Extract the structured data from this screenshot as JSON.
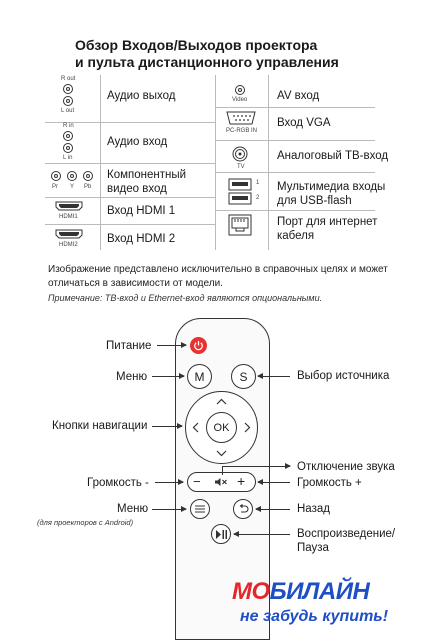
{
  "title": {
    "line1": "Обзор Входов/Выходов проектора",
    "line2": "и пульта дистанционного управления"
  },
  "ports_left": [
    {
      "label": "Аудио выход",
      "icons": [
        "R out",
        "L out"
      ]
    },
    {
      "label": "Аудио вход",
      "icons": [
        "R in",
        "L in"
      ]
    },
    {
      "label_line1": "Компонентный",
      "label_line2": "видео вход",
      "icons": [
        "Pr",
        "Y",
        "Pb"
      ]
    },
    {
      "label": "Вход HDMI 1",
      "icon": "HDMI1"
    },
    {
      "label": "Вход HDMI 2",
      "icon": "HDMI2"
    }
  ],
  "ports_right": [
    {
      "label": "AV вход",
      "icon": "Video"
    },
    {
      "label": "Вход VGA",
      "icon": "PC-RGB IN"
    },
    {
      "label": "Аналоговый ТВ-вход",
      "icon": "TV"
    },
    {
      "label_line1": "Мультимедиа входы",
      "label_line2": "для USB-flash",
      "icons": [
        "1",
        "2"
      ]
    },
    {
      "label_line1": "Порт для интернет",
      "label_line2": "кабеля"
    }
  ],
  "notes": {
    "main_line1": "Изображение представлено исключительно в справочных целях и может",
    "main_line2": "отличаться в зависимости от модели.",
    "remark": "Примечание: ТВ-вход и Ethernet-вход являются опциональными."
  },
  "remote": {
    "buttons": {
      "menu": "M",
      "source": "S",
      "ok": "OK",
      "minus": "−",
      "plus": "+"
    },
    "callouts_left": {
      "power": "Питание",
      "menu": "Меню",
      "nav": "Кнопки навигации",
      "vol_down": "Громкость -",
      "menu_android": "Меню",
      "menu_android_note": "(для проекторов с Android)"
    },
    "callouts_right": {
      "source": "Выбор источника",
      "mute": "Отключение звука",
      "vol_up": "Громкость +",
      "back": "Назад",
      "play_line1": "Воспроизведение/",
      "play_line2": "Пауза"
    }
  },
  "logo": {
    "brand_part1": "МО",
    "brand_part2": "БИЛАЙН",
    "slogan": "не забудь купить!",
    "colors": {
      "red": "#e3262b",
      "blue": "#1f4fc4"
    }
  }
}
